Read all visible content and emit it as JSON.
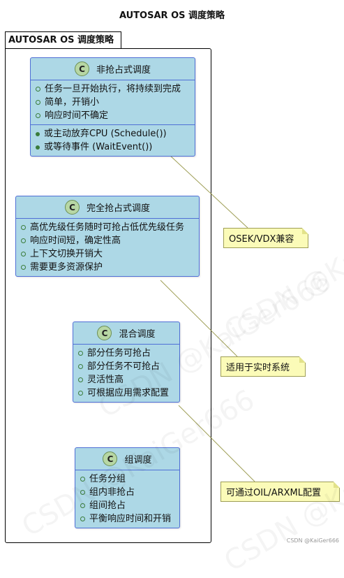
{
  "diagram_title": "AUTOSAR OS 调度策略",
  "package_title": "AUTOSAR OS 调度策略",
  "class_stereotype_icon": "C",
  "classes": [
    {
      "name": "非抢占式调度",
      "attributes": [
        "任务一旦开始执行，将持续到完成",
        "简单，开销小",
        "响应时间不确定"
      ],
      "methods": [
        "或主动放弃CPU (Schedule())",
        "或等待事件 (WaitEvent())"
      ]
    },
    {
      "name": "完全抢占式调度",
      "attributes": [
        "高优先级任务随时可抢占低优先级任务",
        "响应时间短，确定性高",
        "上下文切换开销大",
        "需要更多资源保护"
      ],
      "methods": []
    },
    {
      "name": "混合调度",
      "attributes": [
        "部分任务可抢占",
        "部分任务不可抢占",
        "灵活性高",
        "可根据应用需求配置"
      ],
      "methods": []
    },
    {
      "name": "组调度",
      "attributes": [
        "任务分组",
        "组内非抢占",
        "组间抢占",
        "平衡响应时间和开销"
      ],
      "methods": []
    }
  ],
  "notes": [
    "OSEK/VDX兼容",
    "适用于实时系统",
    "可通过OIL/ARXML配置"
  ],
  "watermark": "CSDN @KaiGer666",
  "colors": {
    "class_fill": "#add8e6",
    "class_border": "#4f6fd6",
    "note_fill": "#fbfbb8",
    "note_border": "#9e9e56",
    "circle_fill": "#b7d7a4"
  }
}
